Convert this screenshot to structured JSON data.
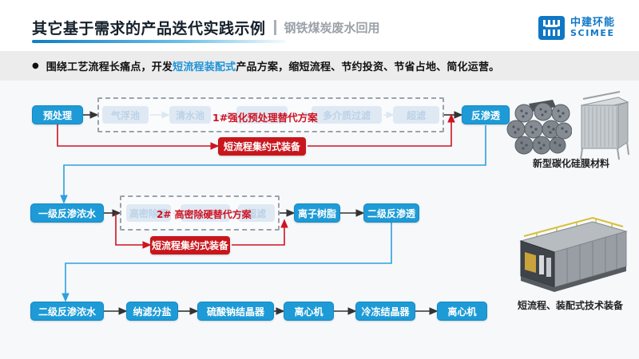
{
  "header": {
    "title": "其它基于需求的产品迭代实践示例",
    "subtitle": "钢铁煤炭废水回用",
    "logo_cn": "中建环能",
    "logo_en": "SCIMEE"
  },
  "summary": {
    "bullet": "●",
    "pre": "围绕工艺流程长痛点，开发",
    "highlight": "短流程装配式",
    "post": "产品方案，缩短流程、节约投资、节省占地、简化运营。"
  },
  "flow1": {
    "start": "预处理",
    "faded_steps": [
      "气浮池",
      "清水池",
      "多介质过滤",
      "超滤"
    ],
    "replace_label": "1#强化预处理替代方案",
    "equipment_label": "短流程集约式装备",
    "end": "反渗透"
  },
  "flow2": {
    "start": "一级反渗浓水",
    "faded_steps": [
      "高密除硬",
      "超滤"
    ],
    "replace_label": "2# 高密除硬替代方案",
    "equipment_label": "短流程集约式装备",
    "nodes": [
      "离子树脂",
      "二级反渗透"
    ]
  },
  "flow3": {
    "nodes": [
      "二级反渗浓水",
      "纳滤分盐",
      "硫酸钠结晶器",
      "离心机",
      "冷冻结晶器",
      "离心机"
    ]
  },
  "captions": {
    "membrane": "新型碳化硅膜材料",
    "equipment": "短流程、装配式技术装备"
  },
  "colors": {
    "accent_blue": "#1e9bd7",
    "highlight_blue": "#1e93d8",
    "alert_red": "#c8161d",
    "ghost_fill": "#dfe9f4",
    "band_gray": "#ececec"
  }
}
